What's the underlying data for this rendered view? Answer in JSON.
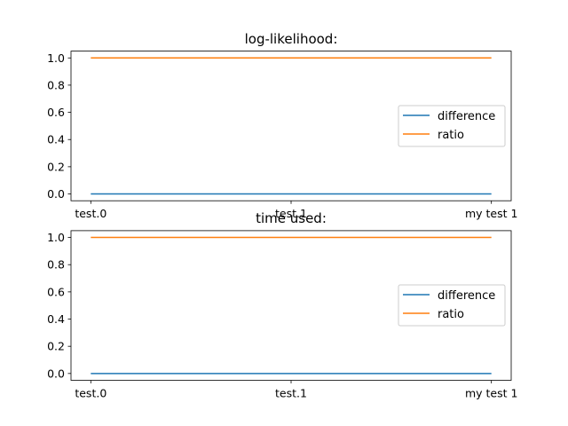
{
  "chart_data": [
    {
      "type": "line",
      "title": "log-likelihood:",
      "categories": [
        "test.0",
        "test.1",
        "my test 1"
      ],
      "yticks": [
        "0.0",
        "0.2",
        "0.4",
        "0.6",
        "0.8",
        "1.0"
      ],
      "ylim": [
        -0.05,
        1.05
      ],
      "grid": false,
      "legend_placement": "center-right",
      "series": [
        {
          "name": "difference",
          "color": "#1f77b4",
          "values": [
            0,
            0,
            0
          ]
        },
        {
          "name": "ratio",
          "color": "#ff7f0e",
          "values": [
            1,
            1,
            1
          ]
        }
      ]
    },
    {
      "type": "line",
      "title": "time used:",
      "categories": [
        "test.0",
        "test.1",
        "my test 1"
      ],
      "yticks": [
        "0.0",
        "0.2",
        "0.4",
        "0.6",
        "0.8",
        "1.0"
      ],
      "ylim": [
        -0.05,
        1.05
      ],
      "grid": false,
      "legend_placement": "center-right",
      "series": [
        {
          "name": "difference",
          "color": "#1f77b4",
          "values": [
            0,
            0,
            0
          ]
        },
        {
          "name": "ratio",
          "color": "#ff7f0e",
          "values": [
            1,
            1,
            1
          ]
        }
      ]
    }
  ]
}
